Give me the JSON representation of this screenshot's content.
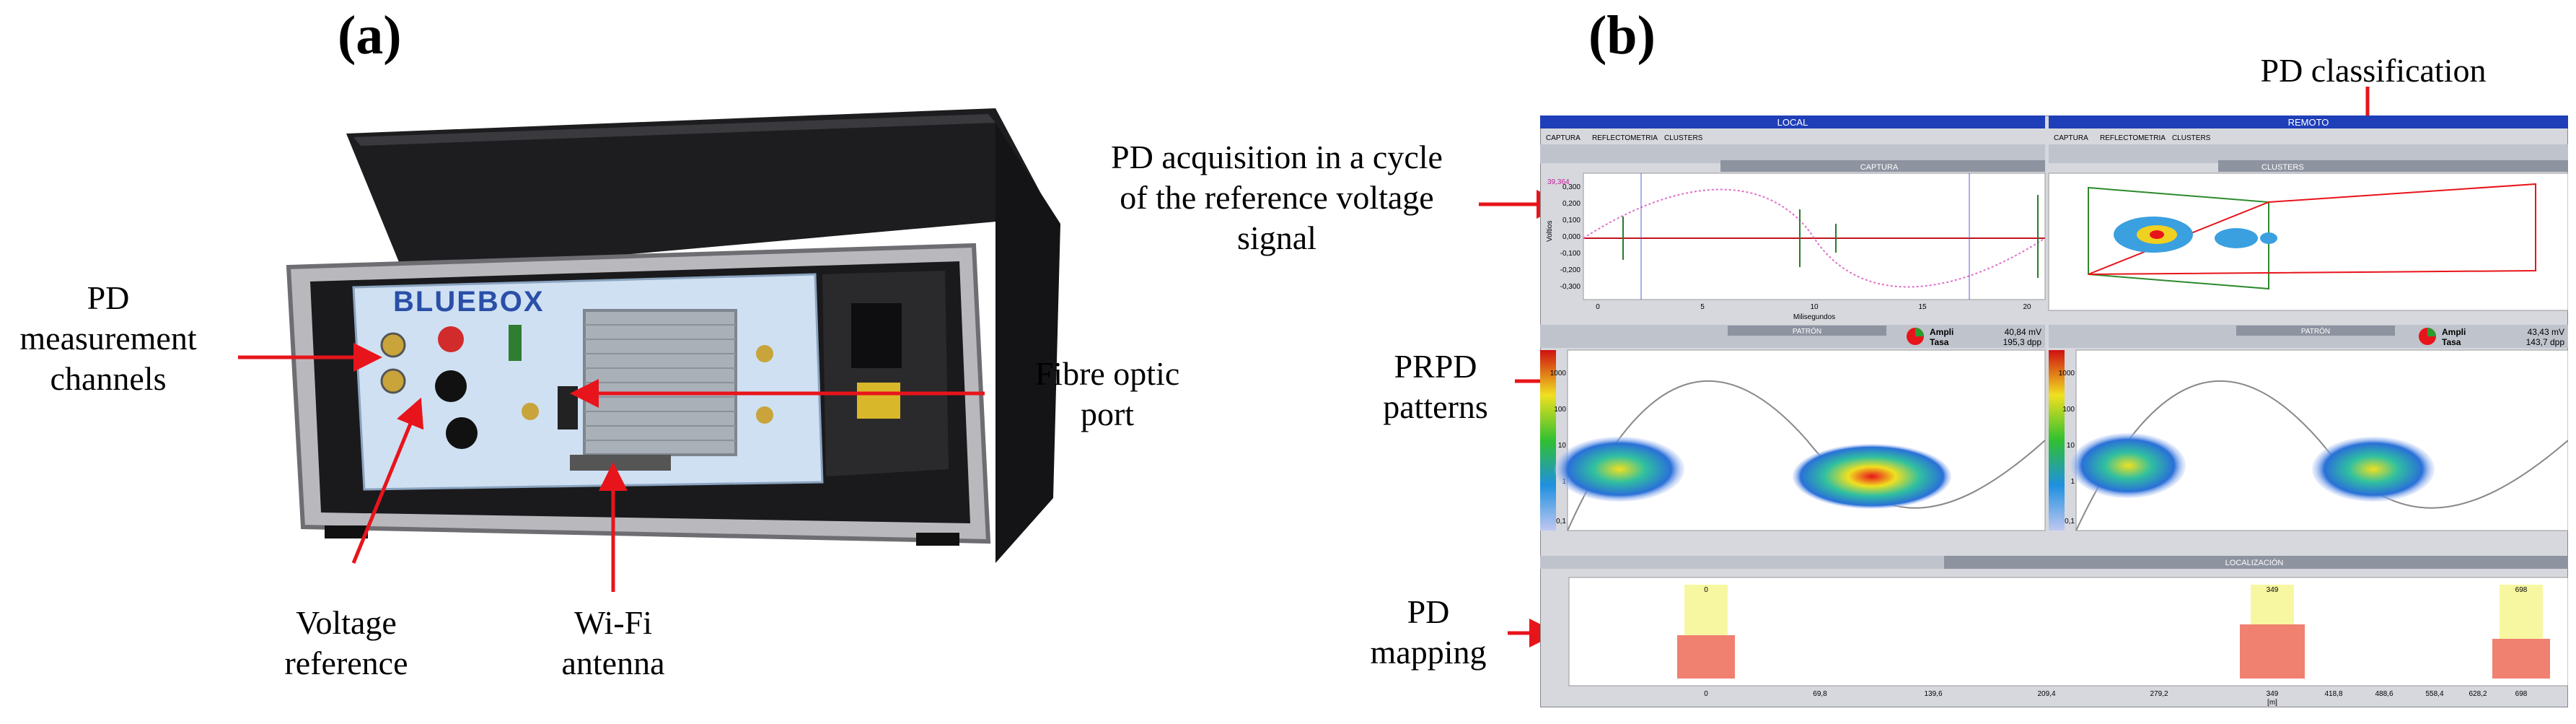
{
  "panel_a": {
    "label": "(a)",
    "device_logo": "BLUEBOX",
    "callouts": {
      "pd_channels": [
        "PD",
        "measurement",
        "channels"
      ],
      "voltage_reference": [
        "Voltage",
        "reference"
      ],
      "wifi_antenna": [
        "Wi-Fi",
        "antenna"
      ],
      "fibre_optic": [
        "Fibre optic",
        "port"
      ]
    }
  },
  "panel_b": {
    "label": "(b)",
    "callouts": {
      "pd_classification": "PD classification",
      "pd_acquisition": [
        "PD acquisition in a cycle",
        "of the reference voltage",
        "signal"
      ],
      "prpd": [
        "PRPD",
        "patterns"
      ],
      "pd_mapping": [
        "PD",
        "mapping"
      ]
    },
    "software": {
      "local_title": "LOCAL",
      "remote_title": "REMOTO",
      "tabs_left": [
        "CAPTURA",
        "REFLECTOMETRIA",
        "CLUSTERS"
      ],
      "tabs_right": [
        "CAPTURA",
        "REFLECTOMETRIA",
        "CLUSTERS"
      ],
      "captura_header": "CAPTURA",
      "clusters_header": "CLUSTERS",
      "captura_axis_x": "Milisegundos",
      "captura_axis_y": "Voltios",
      "captura_ticks_y": [
        "0,300",
        "0,200",
        "0,100",
        "0,000",
        "-0,100",
        "-0,200",
        "-0,300"
      ],
      "captura_ticks_x": [
        "0",
        "5",
        "10",
        "15",
        "20"
      ],
      "captura_corner": "39,364",
      "patron_header": "PATRÓN",
      "left_stats": {
        "ampli_label": "Ampli",
        "tasa_label": "Tasa",
        "ampli": "40,84 mV",
        "tasa": "195,3 dpp"
      },
      "right_stats": {
        "ampli_label": "Ampli",
        "tasa_label": "Tasa",
        "ampli": "43,43 mV",
        "tasa": "143,7 dpp"
      },
      "prpd_ticks_y": [
        "1000",
        "100",
        "10",
        "1",
        "0,1"
      ],
      "localizacion_header": "LOCALIZACIÓN",
      "mapping_ticks_x": [
        "0",
        "69,8",
        "139,6",
        "209,4",
        "279,2",
        "349",
        "418,8",
        "488,6",
        "558,4",
        "628,2",
        "698"
      ],
      "mapping_unit": "[m]",
      "mapping_peaks": [
        "0",
        "349",
        "698"
      ]
    }
  },
  "colors": {
    "arrow": "#e8141b",
    "header_blue": "#1f3fb8",
    "panel_gray": "#c9ccd3"
  }
}
